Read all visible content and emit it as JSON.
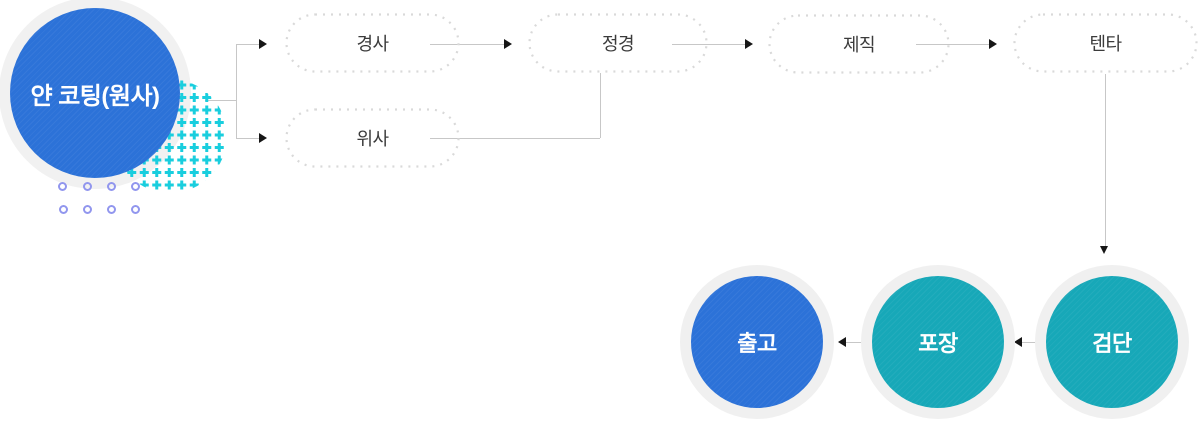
{
  "flow": {
    "start": {
      "label": "얀 코팅(원사)"
    },
    "stages": [
      {
        "label": "경사"
      },
      {
        "label": "위사"
      },
      {
        "label": "정경"
      },
      {
        "label": "제직"
      },
      {
        "label": "텐타"
      }
    ],
    "finish": [
      {
        "label": "검단"
      },
      {
        "label": "포장"
      },
      {
        "label": "출고"
      }
    ],
    "colors": {
      "primary_blue": "#2c72d8",
      "teal": "#17a8b8",
      "halo_gray": "#f0f0f0",
      "line_gray": "#c7c7c7",
      "arrow_black": "#161616",
      "pill_border": "#d9d9d9",
      "pill_text": "#3b3b3b",
      "plus_pattern_cyan": "#19cede",
      "ring_dot_purple": "#9196ee"
    },
    "decorations": {
      "plus_pattern": "plus-dot-pattern",
      "ring_grid": "ring-dot-grid"
    }
  }
}
